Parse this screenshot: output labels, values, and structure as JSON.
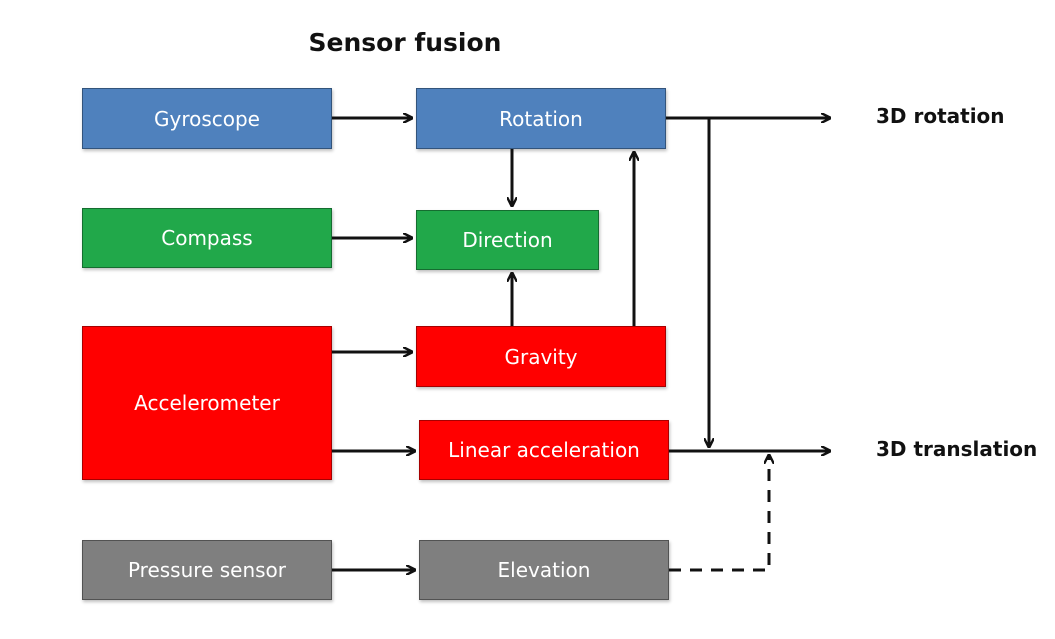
{
  "title": "Sensor fusion",
  "colors": {
    "blue": "#4f81bd",
    "green": "#21a84a",
    "red": "#ff0000",
    "gray": "#7f7f7f"
  },
  "sensors": {
    "gyroscope": "Gyroscope",
    "compass": "Compass",
    "accelerometer": "Accelerometer",
    "pressure_sensor": "Pressure sensor"
  },
  "processes": {
    "rotation": "Rotation",
    "direction": "Direction",
    "gravity": "Gravity",
    "linear_acceleration": "Linear acceleration",
    "elevation": "Elevation"
  },
  "outputs": {
    "rotation_3d": "3D rotation",
    "translation_3d": "3D translation"
  }
}
